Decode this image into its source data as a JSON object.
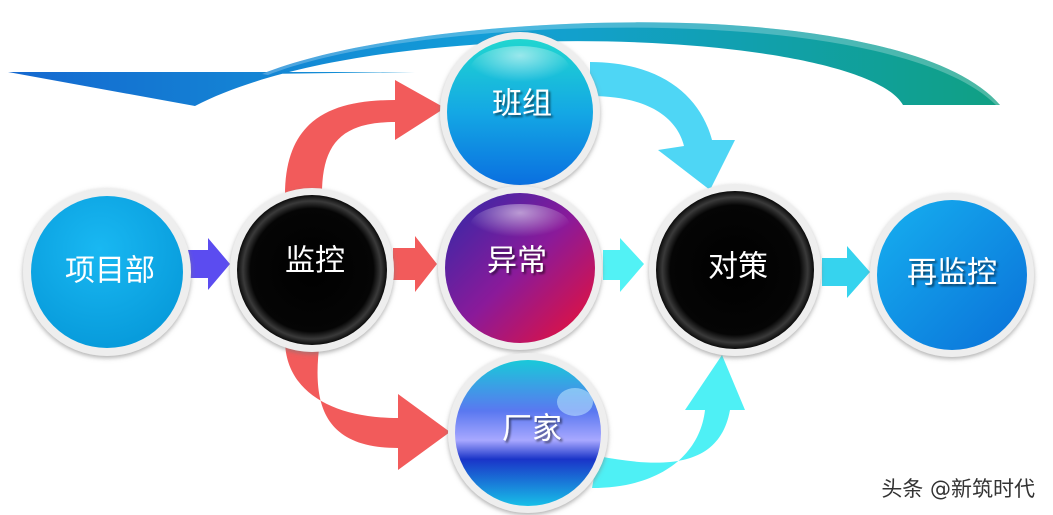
{
  "nodes": {
    "xiangmubu": "项目部",
    "jiankong": "监控",
    "banzu": "班组",
    "yichang": "异常",
    "changjia": "厂家",
    "duice": "对策",
    "zaijiankong": "再监控"
  },
  "watermark": "头条 @新筑时代",
  "colors": {
    "red_arrow": "#f25b5b",
    "cyan_arrow": "#4ed6f5",
    "purple_arrow": "#5b4cf0",
    "blue_node": "#0aa7e6",
    "black_node": "#000000",
    "top_arc_left": "#1477d4",
    "top_arc_right": "#16a08c"
  }
}
